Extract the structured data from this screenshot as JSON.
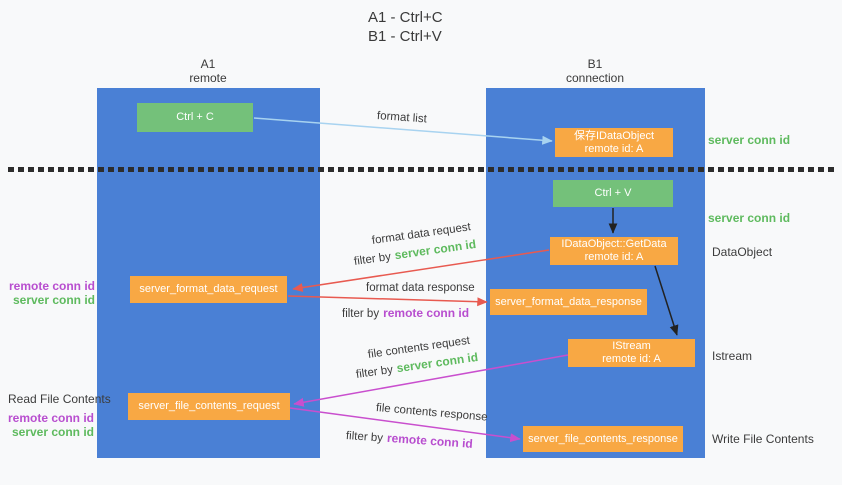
{
  "title": {
    "line1": "A1 - Ctrl+C",
    "line2": "B1 - Ctrl+V"
  },
  "lanes": {
    "a1": {
      "name": "A1",
      "subtitle": "remote"
    },
    "b1": {
      "name": "B1",
      "subtitle": "connection"
    }
  },
  "nodes": {
    "ctrl_c": {
      "label": "Ctrl + C"
    },
    "ctrl_v": {
      "label": "Ctrl + V"
    },
    "save_dataobject": {
      "line1": "保存IDataObject",
      "line2": "remote id: A"
    },
    "getdata": {
      "line1": "IDataObject::GetData",
      "line2": "remote id: A"
    },
    "istream": {
      "line1": "IStream",
      "line2": "remote id: A"
    },
    "format_request": {
      "label": "server_format_data_request"
    },
    "format_response": {
      "label": "server_format_data_response"
    },
    "file_request": {
      "label": "server_file_contents_request"
    },
    "file_response": {
      "label": "server_file_contents_response"
    }
  },
  "side_labels": {
    "server_conn_id_top": "server conn id",
    "server_conn_id_mid": "server conn id",
    "dataobject": "DataObject",
    "istream": "Istream",
    "write_file_contents": "Write File Contents",
    "read_file_contents": "Read File Contents",
    "format_pair": {
      "remote": "remote conn id",
      "server": "server conn id"
    },
    "file_pair": {
      "remote": "remote conn id",
      "server": "server conn id"
    }
  },
  "arrow_labels": {
    "format_list": "format list",
    "format_data_request": "format data request",
    "format_data_response": "format data response",
    "file_contents_request": "file contents request",
    "file_contents_response": "file contents response",
    "filter_by": "filter by",
    "server_conn_id": "server conn id",
    "remote_conn_id": "remote conn id"
  },
  "colors": {
    "lane_blue": "#4a80d5",
    "node_green": "#74c17a",
    "node_orange": "#f8a844",
    "arrow_lightblue": "#a8d3f0",
    "arrow_red": "#e85a50",
    "arrow_magenta": "#c94fce",
    "arrow_black": "#222222",
    "text_green": "#5eba5e",
    "text_purple": "#b84ecf",
    "text_dark": "#3c3c3c",
    "background": "#f8f9fa"
  }
}
